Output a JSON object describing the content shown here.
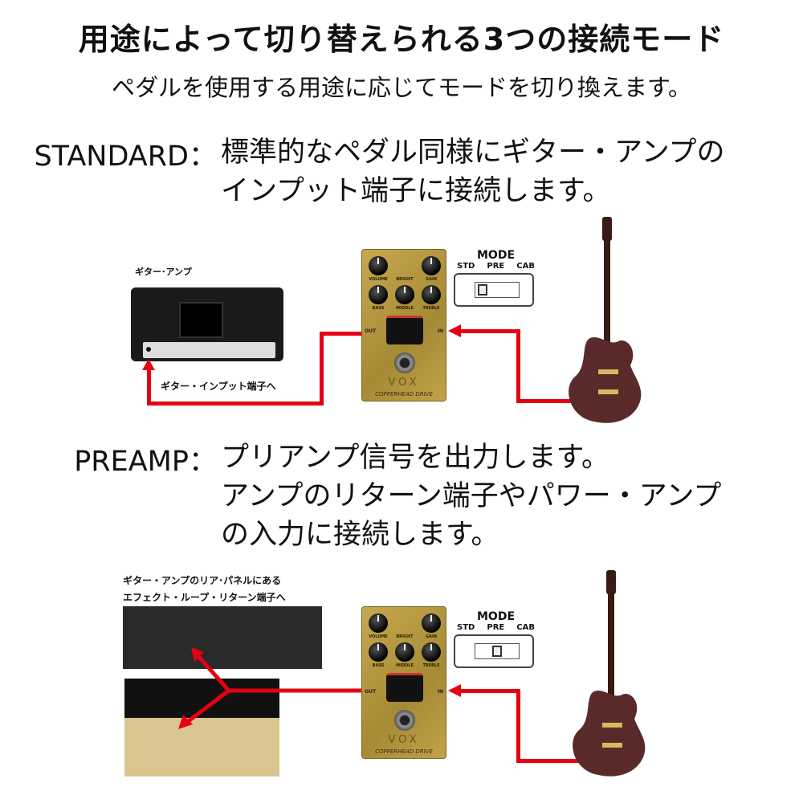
{
  "title": "用途によって切り替えられる3つの接続モード",
  "subtitle": "ペダルを使用する用途に応じてモードを切り換えます。",
  "standard": {
    "label": "STANDARD：",
    "lines": [
      "標準的なペダル同様にギター・アンプの",
      "インプット端子に接続します。"
    ],
    "amp_label": "ギター･アンプ",
    "arrow_label": "ギター・インプット端子へ",
    "mode_position": "STD"
  },
  "preamp": {
    "label": "PREAMP：",
    "lines": [
      "プリアンプ信号を出力します。",
      "アンプのリターン端子やパワー・アンプ",
      "の入力に接続します。"
    ],
    "arrow_label": [
      "ギター・アンプのリア･パネルにある",
      "エフェクト・ループ・リターン端子へ"
    ],
    "mode_position": "PRE"
  },
  "pedal": {
    "brand": "VOX",
    "name": "COPPERHEAD DRIVE",
    "knobs": [
      "VOLUME",
      "BRIGHT",
      "GAIN",
      "BASS",
      "MIDDLE",
      "TREBLE"
    ],
    "out": "OUT",
    "in": "IN"
  },
  "mode_switch": {
    "title": "MODE",
    "options": [
      "STD",
      "PRE",
      "CAB"
    ]
  },
  "colors": {
    "arrow": "#e50012",
    "pedal": "#b8983f"
  }
}
